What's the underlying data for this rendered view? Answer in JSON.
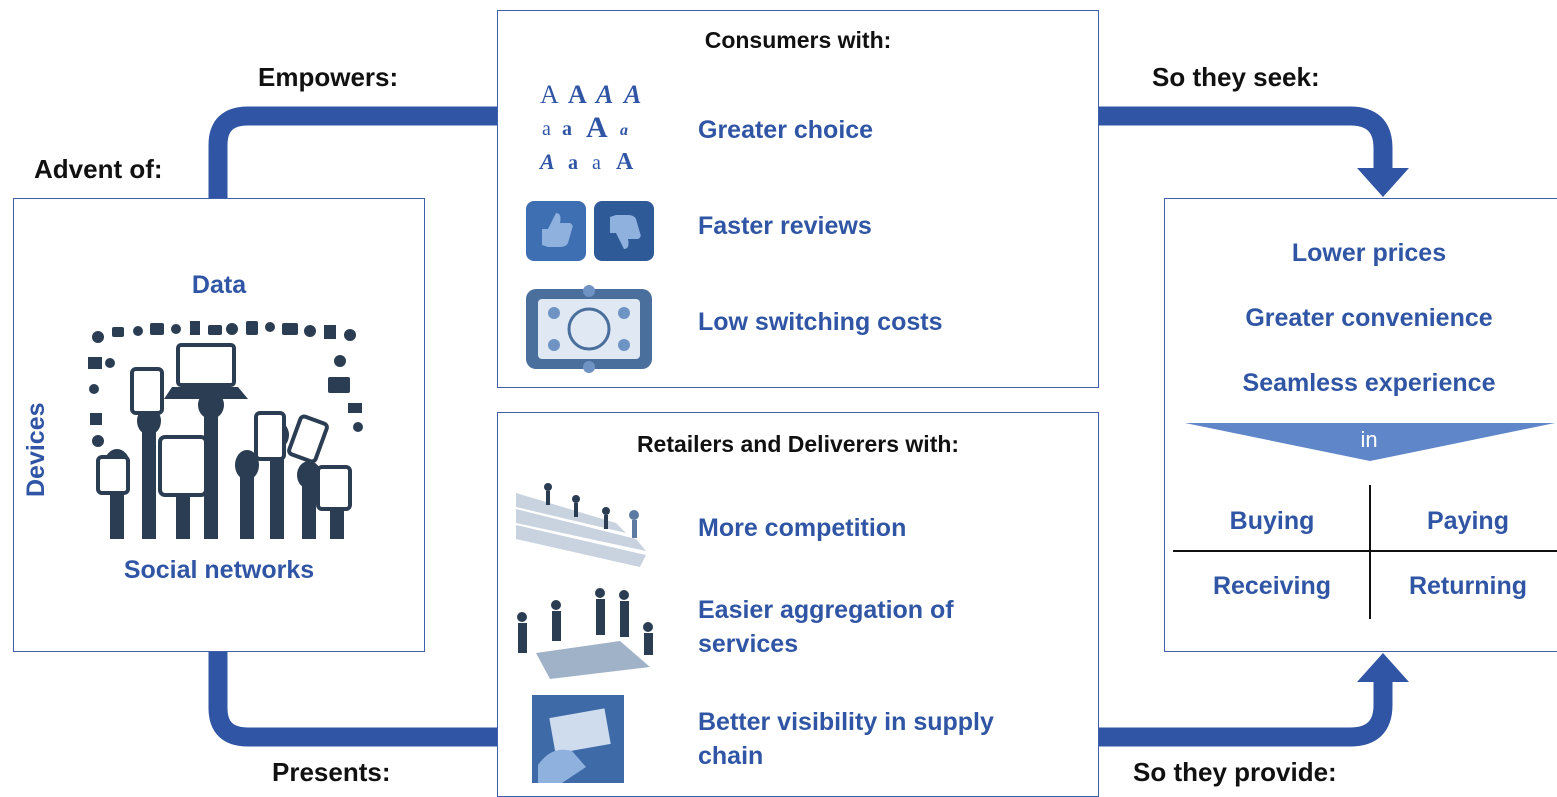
{
  "labels": {
    "advent": "Advent of:",
    "empowers": "Empowers:",
    "presents": "Presents:",
    "seek": "So they seek:",
    "provide": "So they provide:"
  },
  "left_box": {
    "top": "Data",
    "side": "Devices",
    "bottom": "Social networks",
    "image_icon": "raised-hands-with-devices-icon"
  },
  "consumers": {
    "header": "Consumers with:",
    "items": [
      {
        "text": "Greater choice",
        "icon": "font-variety-icon"
      },
      {
        "text": "Faster reviews",
        "icon": "thumbs-up-down-icon"
      },
      {
        "text": "Low switching costs",
        "icon": "tablet-network-icon"
      }
    ]
  },
  "retailers": {
    "header": "Retailers and Deliverers with:",
    "items": [
      {
        "text": "More competition",
        "icon": "runners-race-icon"
      },
      {
        "text": "Easier aggregation of services",
        "icon": "puzzle-team-icon"
      },
      {
        "text": "Better visibility in supply chain",
        "icon": "hand-document-icon"
      }
    ]
  },
  "right_box": {
    "items": [
      "Lower prices",
      "Greater convenience",
      "Seamless experience"
    ],
    "arrow_label": "in",
    "grid": [
      "Buying",
      "Paying",
      "Receiving",
      "Returning"
    ]
  },
  "colors": {
    "connector": "#2f55a4",
    "accent_text": "#2f55a4",
    "border": "#3f5fa8",
    "in_arrow": "#5e86c8"
  }
}
